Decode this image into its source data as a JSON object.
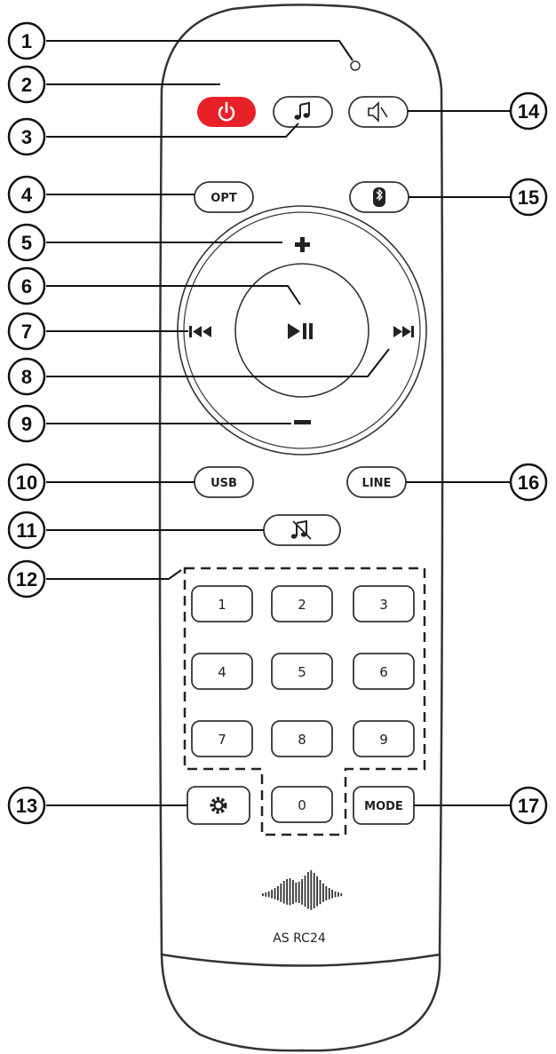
{
  "model_label": "AS RC24",
  "colors": {
    "power_button": "#e8202a",
    "outline": "#333333",
    "background": "#ffffff"
  },
  "buttons": {
    "opt": "OPT",
    "usb": "USB",
    "line": "LINE",
    "mode": "MODE",
    "numbers": [
      "1",
      "2",
      "3",
      "4",
      "5",
      "6",
      "7",
      "8",
      "9",
      "0"
    ]
  },
  "icons": {
    "power": "power-icon",
    "music": "music-note-icon",
    "mute": "mute-icon",
    "bluetooth": "bluetooth-icon",
    "volume_up": "plus-icon",
    "volume_down": "minus-icon",
    "play_pause": "play-pause-icon",
    "previous": "previous-track-icon",
    "next": "next-track-icon",
    "eq": "sound-off-icon",
    "settings": "gear-icon"
  },
  "callouts": [
    "1",
    "2",
    "3",
    "4",
    "5",
    "6",
    "7",
    "8",
    "9",
    "10",
    "11",
    "12",
    "13",
    "14",
    "15",
    "16",
    "17"
  ]
}
